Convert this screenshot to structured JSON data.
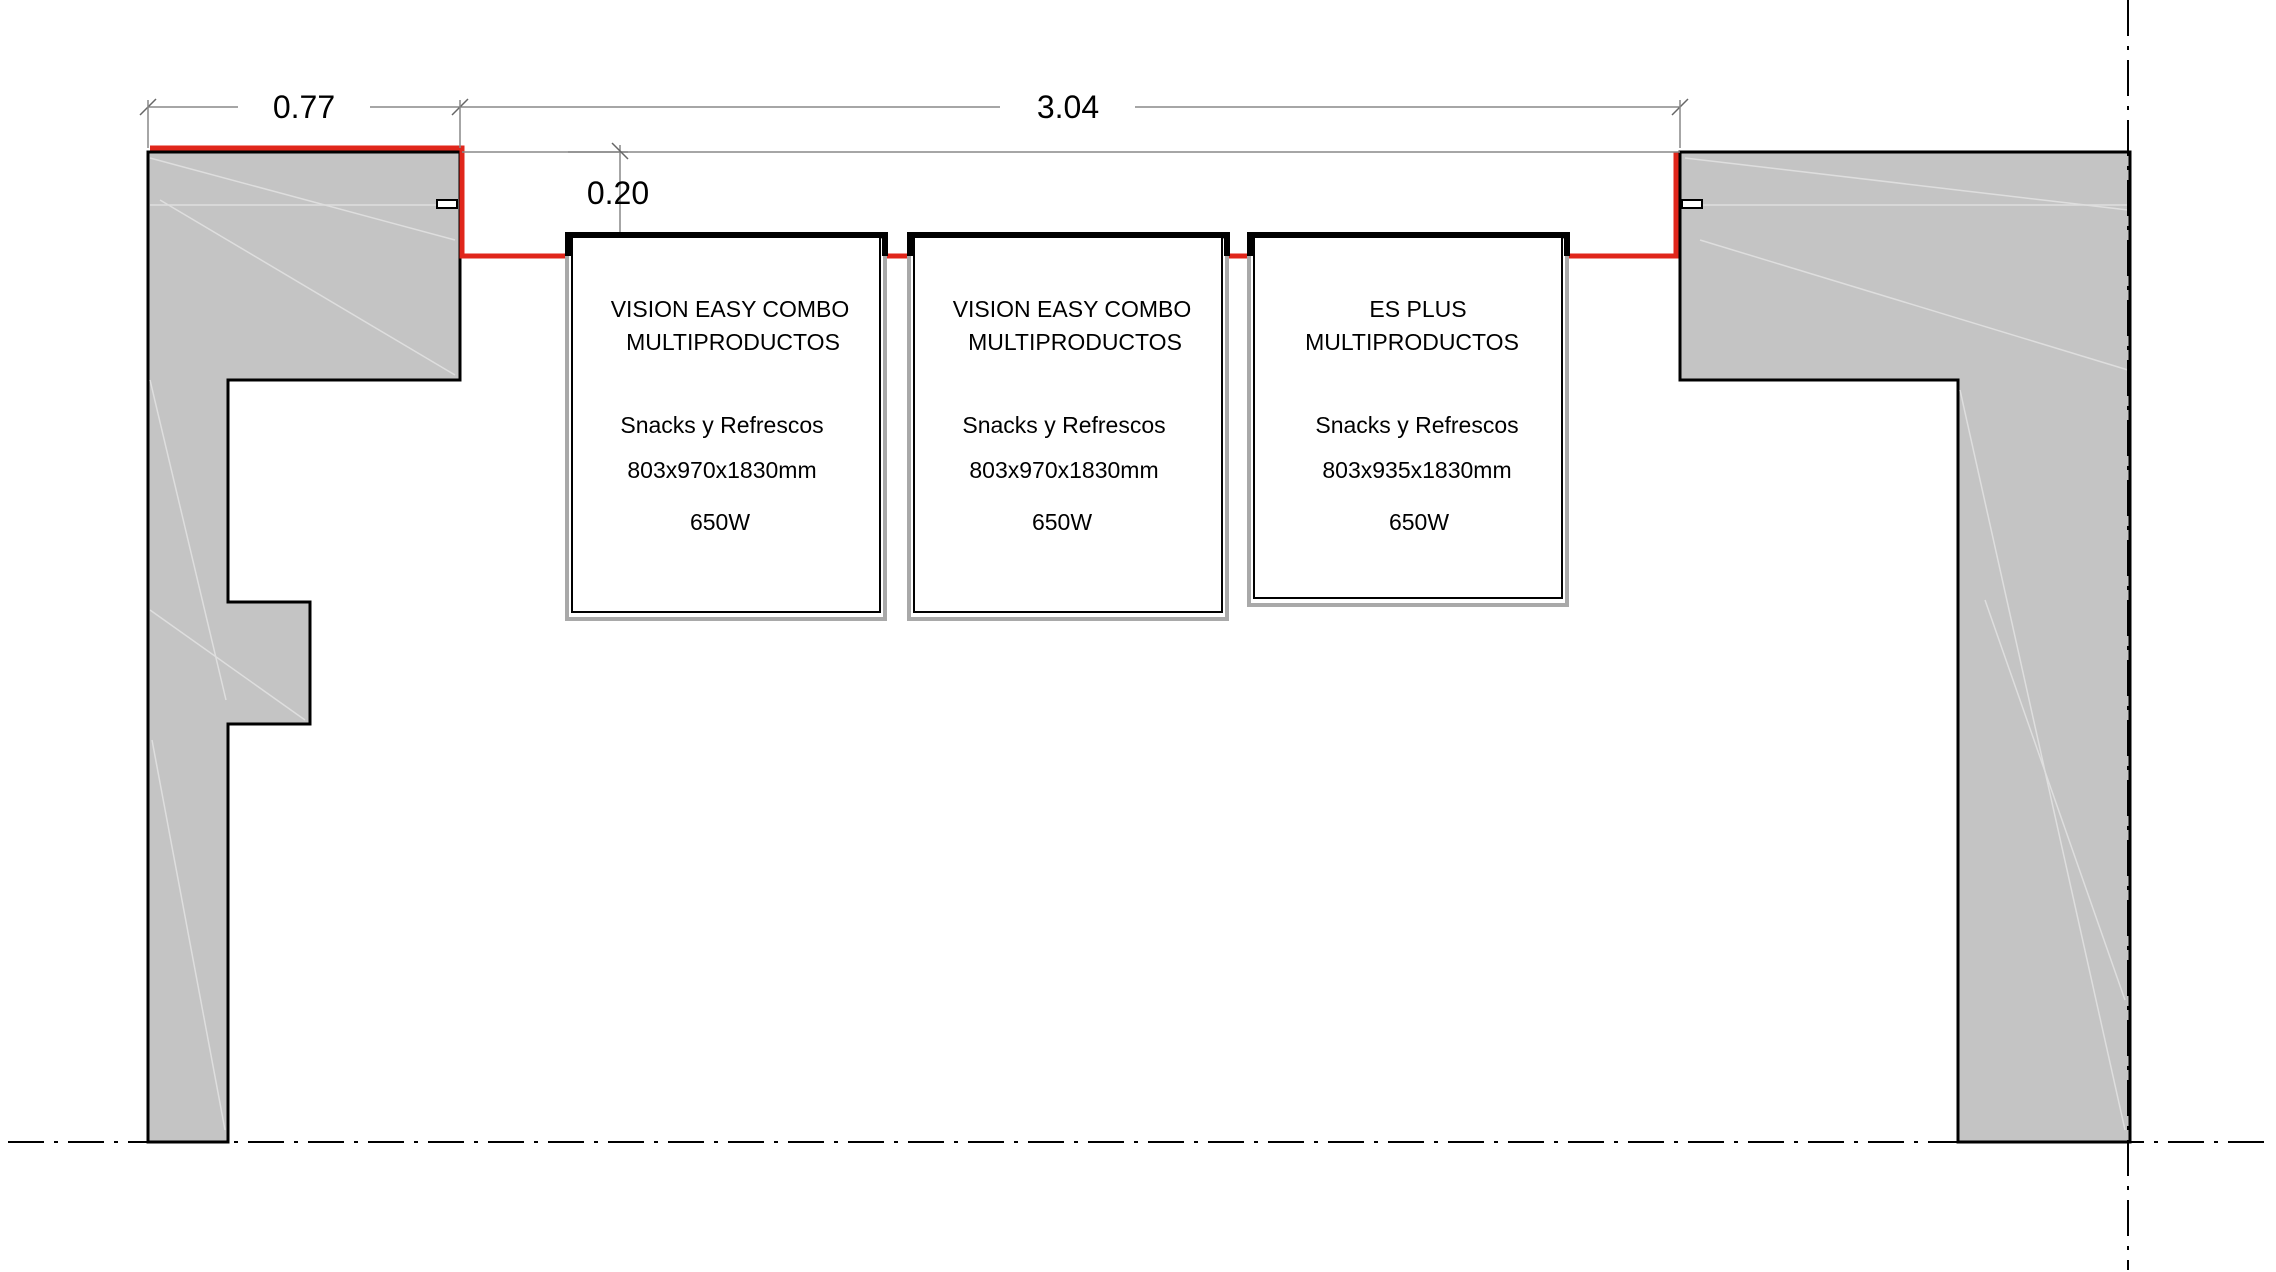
{
  "dimensions": {
    "left_width": "0.77",
    "opening_width": "3.04",
    "offset": "0.20"
  },
  "machines": [
    {
      "title_line1": "VISION EASY COMBO",
      "title_line2": "MULTIPRODUCTOS",
      "category": "Snacks y Refrescos",
      "size": "803x970x1830mm",
      "power": "650W"
    },
    {
      "title_line1": "VISION EASY COMBO",
      "title_line2": "MULTIPRODUCTOS",
      "category": "Snacks y Refrescos",
      "size": "803x970x1830mm",
      "power": "650W"
    },
    {
      "title_line1": "ES PLUS",
      "title_line2": "MULTIPRODUCTOS",
      "category": "Snacks y Refrescos",
      "size": "803x935x1830mm",
      "power": "650W"
    }
  ],
  "colors": {
    "wall_fill": "#c4c4c4",
    "highlight_line": "#e0261b"
  }
}
